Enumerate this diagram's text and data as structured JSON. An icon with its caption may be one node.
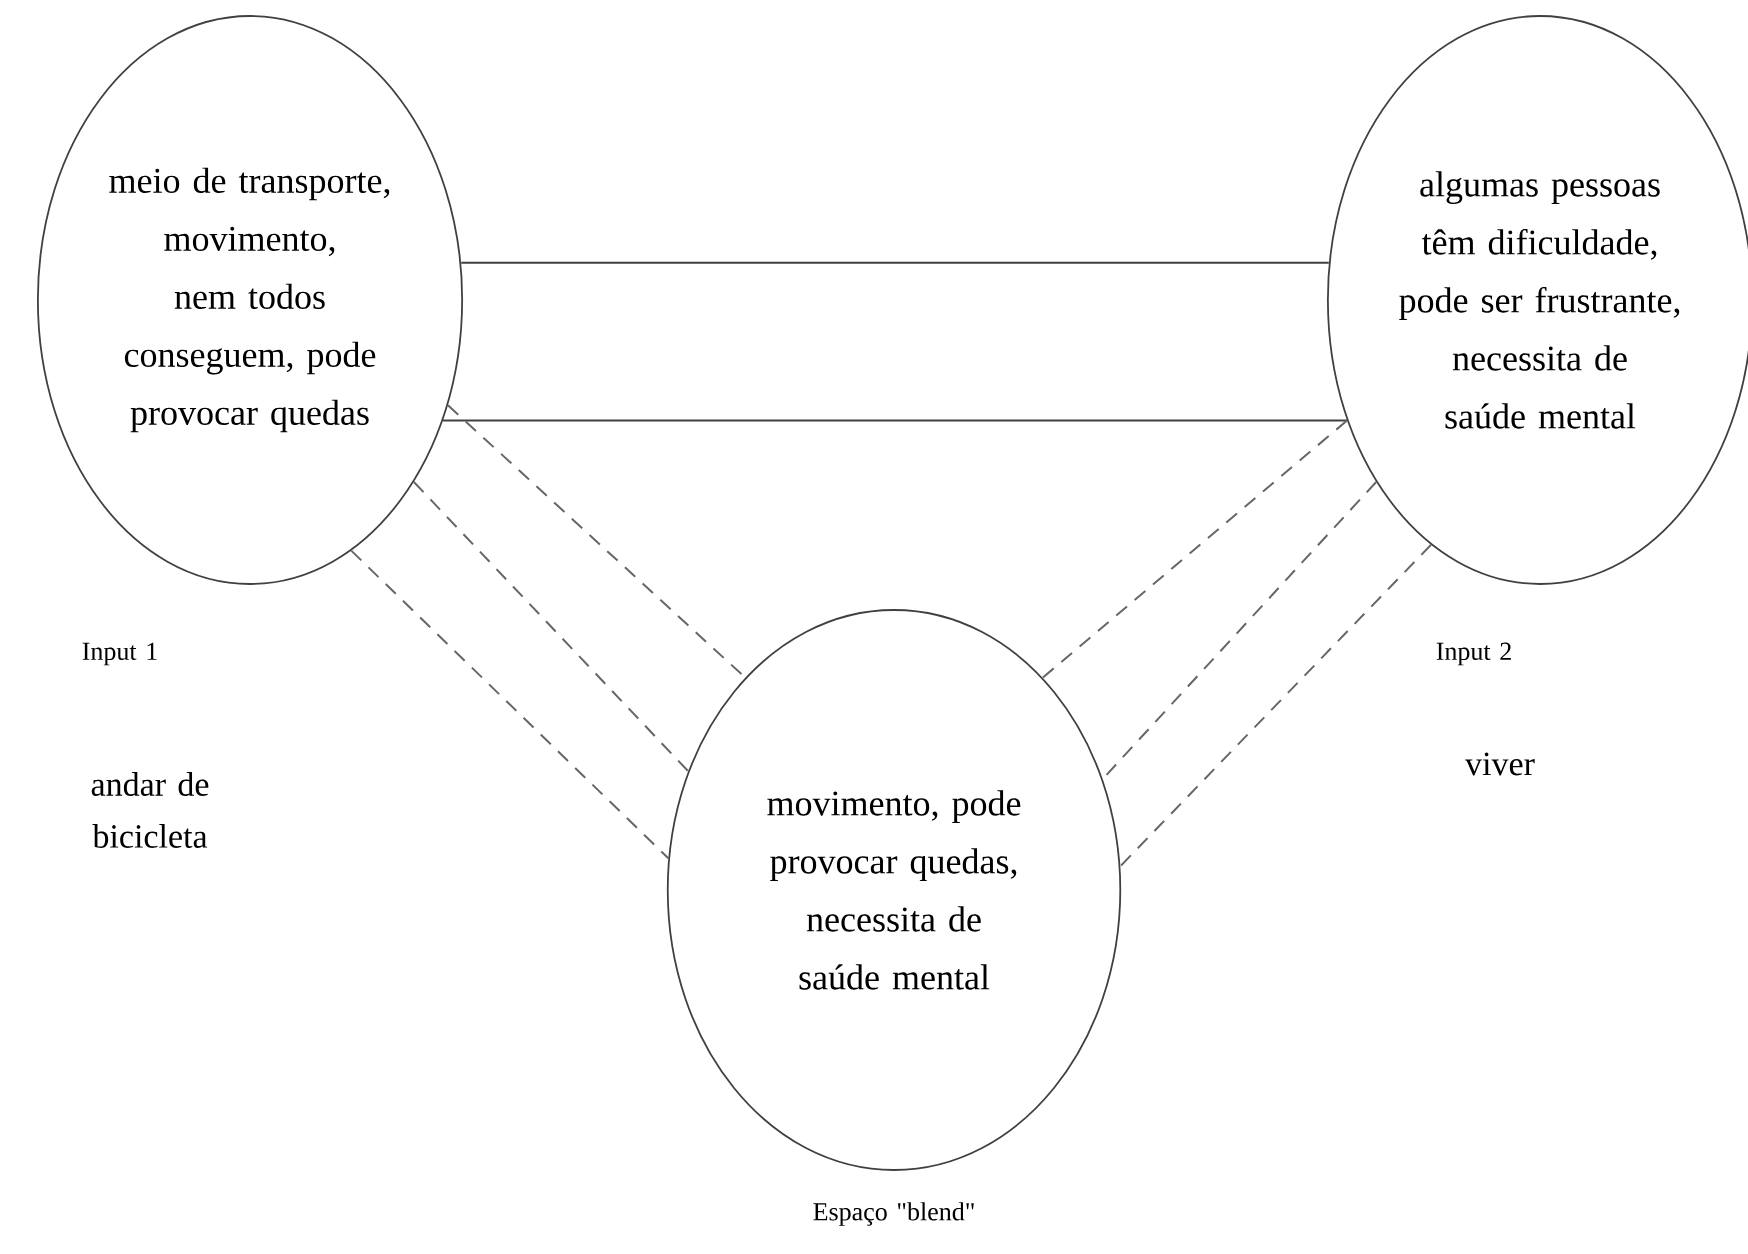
{
  "diagram": {
    "nodes": [
      {
        "text": [
          "meio de transporte, movimento, nem todos conseguem, pode provocar quedas"
        ],
        "beside": [
          "Input 1",
          "andar de bicicleta"
        ]
      },
      {
        "text": [
          "algumas pessoas têm dificuldade, pode ser frustrante, necessita de saúde mental"
        ],
        "beside": [
          "Input 2",
          "viver"
        ]
      },
      {
        "text": [
          "movimento, pode provocar quedas, necessita de saúde mental"
        ],
        "beside": [
          "Espaço \"blend\""
        ]
      }
    ],
    "edges": [
      {
        "from": 0,
        "to": 1,
        "arrow": "none"
      },
      {
        "from": 0,
        "to": 1,
        "arrow": "none"
      },
      {
        "from": 0,
        "to": 2,
        "arrow": "none",
        "style": "dashed"
      },
      {
        "from": 0,
        "to": 2,
        "arrow": "none",
        "style": "dashed"
      },
      {
        "from": 0,
        "to": 2,
        "arrow": "none",
        "style": "dashed"
      },
      {
        "from": 1,
        "to": 2,
        "arrow": "none",
        "style": "dashed"
      },
      {
        "from": 1,
        "to": 2,
        "arrow": "none",
        "style": "dashed"
      },
      {
        "from": 1,
        "to": 2,
        "arrow": "none",
        "style": "dashed"
      }
    ]
  }
}
